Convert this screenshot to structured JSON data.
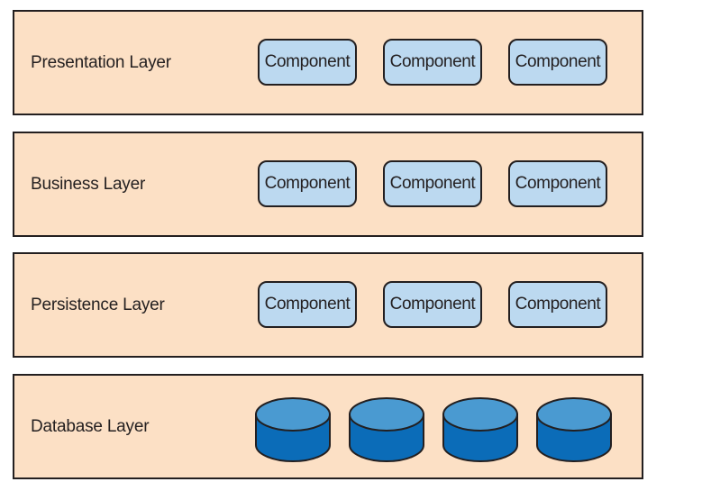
{
  "layers": [
    {
      "label": "Presentation Layer",
      "components": [
        "Component",
        "Component",
        "Component"
      ]
    },
    {
      "label": "Business Layer",
      "components": [
        "Component",
        "Component",
        "Component"
      ]
    },
    {
      "label": "Persistence Layer",
      "components": [
        "Component",
        "Component",
        "Component"
      ]
    },
    {
      "label": "Database Layer",
      "databases": 4
    }
  ],
  "colors": {
    "layer_fill": "#fce0c5",
    "component_fill": "#bcd9f0",
    "database_top": "#4a9ad1",
    "database_body": "#0b6cb8",
    "stroke": "#231f20"
  },
  "icons": [
    "database-cylinder-icon"
  ]
}
